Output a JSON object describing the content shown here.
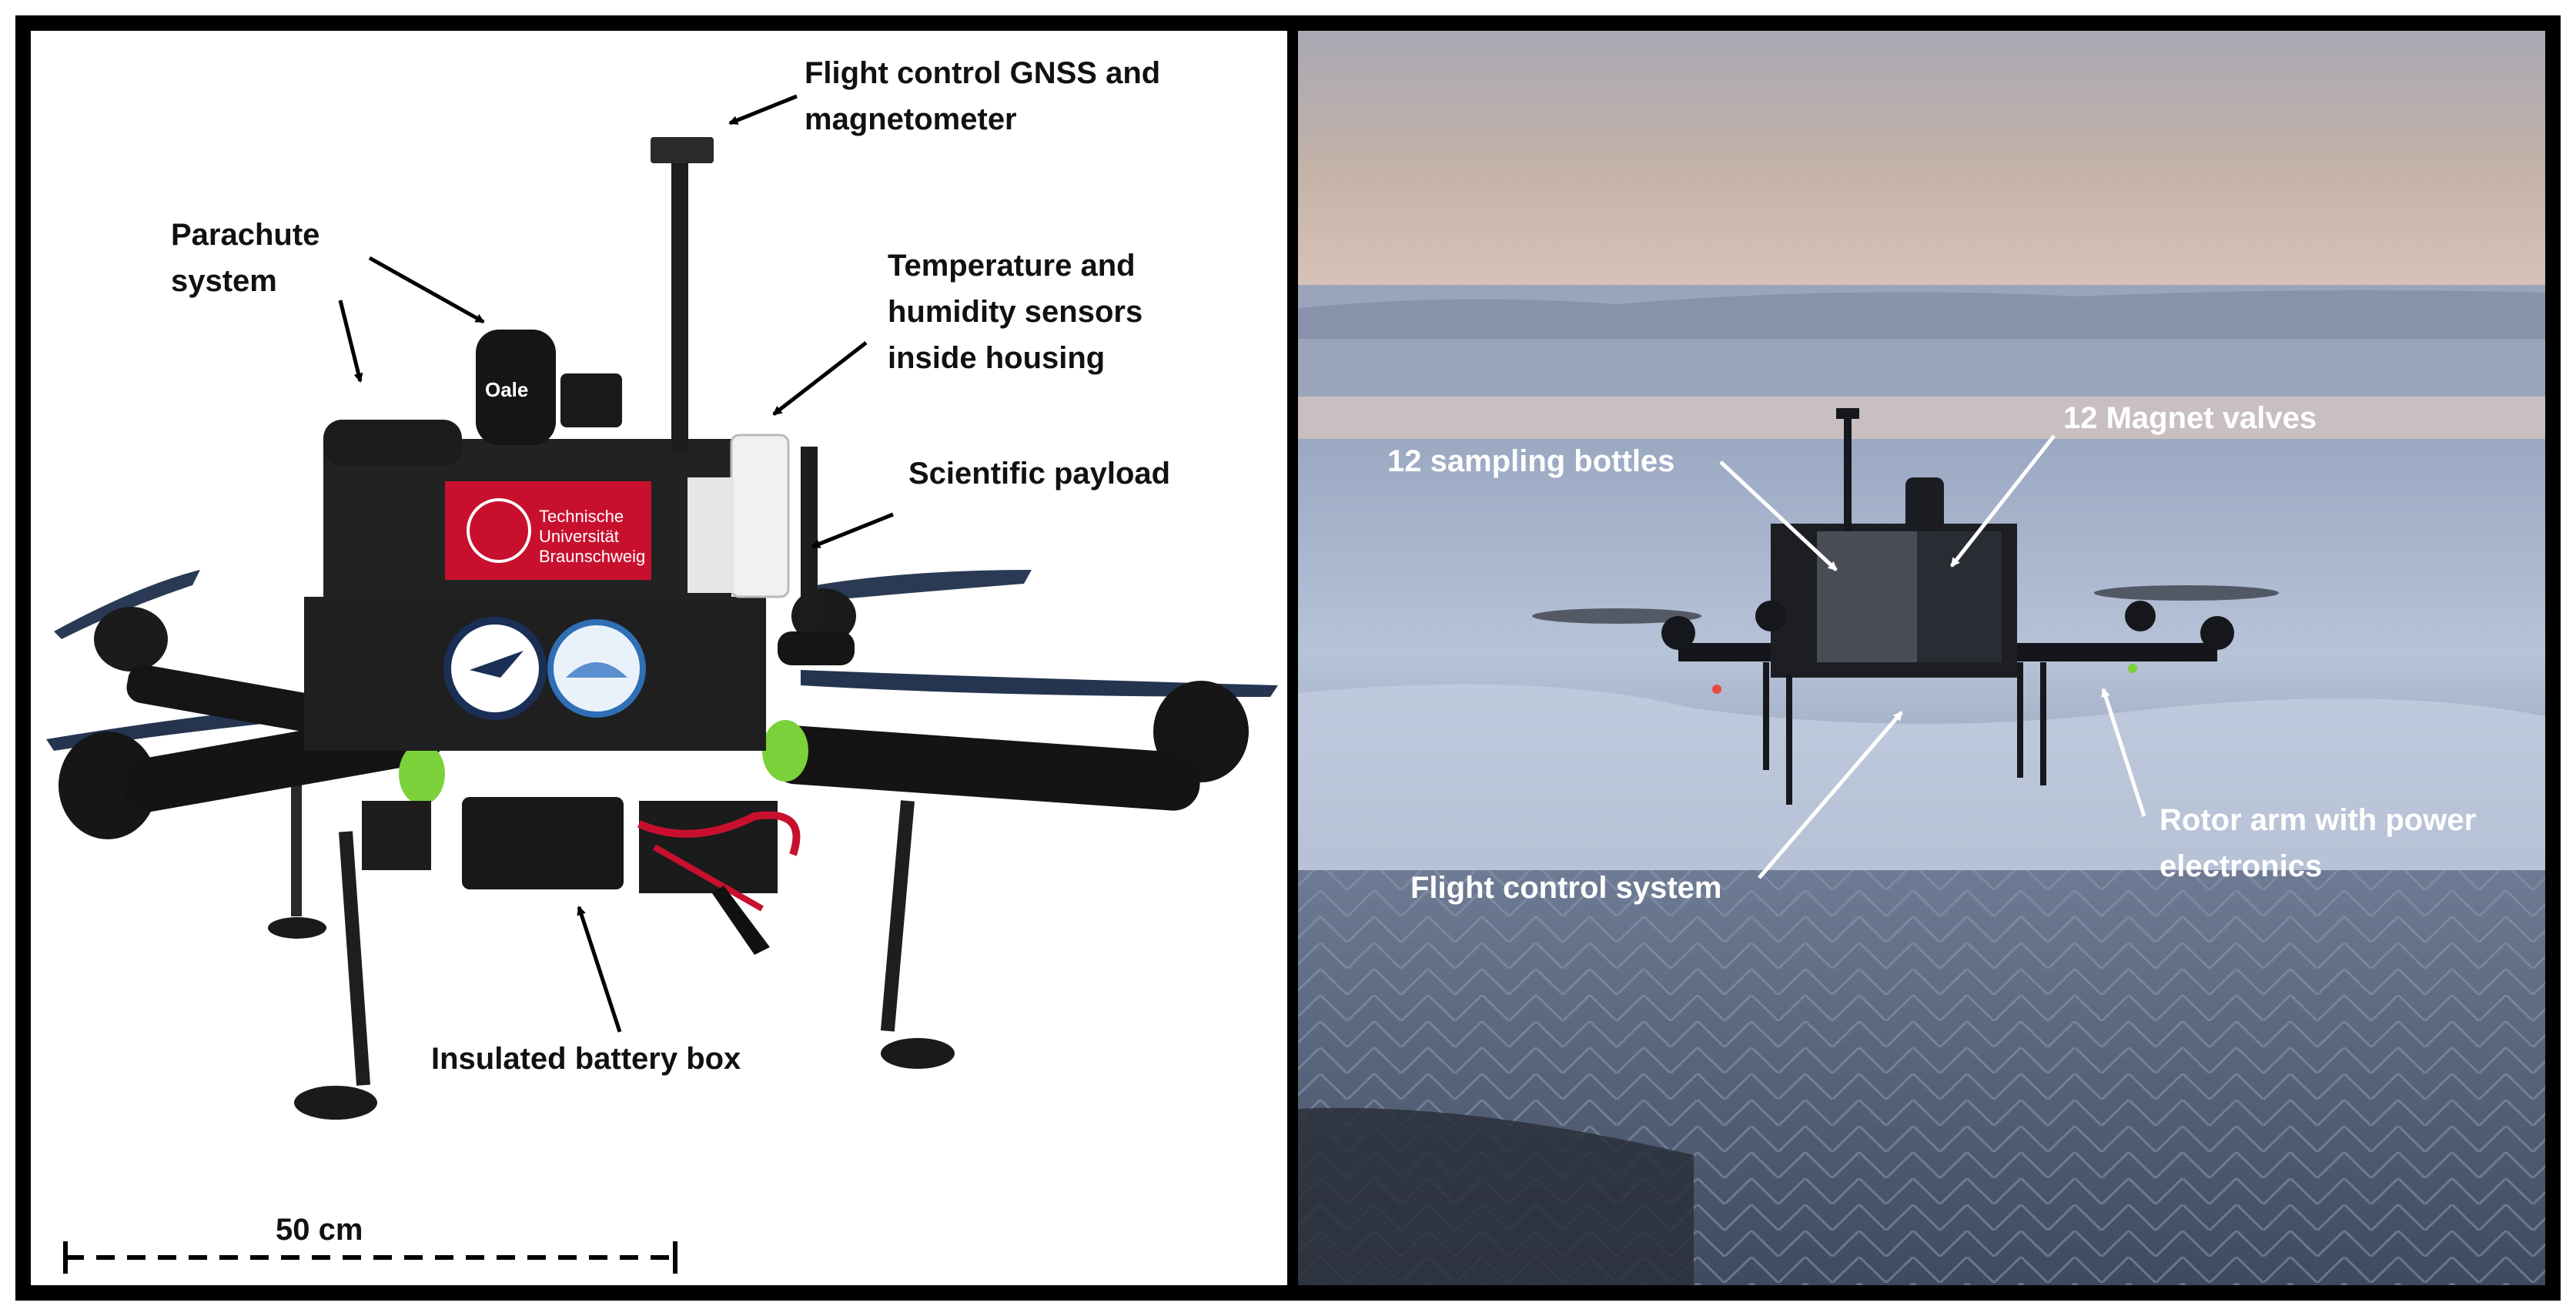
{
  "left_panel": {
    "labels": {
      "gnss_line1": "Flight control GNSS and",
      "gnss_line2": "magnetometer",
      "parachute_line1": "Parachute",
      "parachute_line2": "system",
      "temp_line1": "Temperature and",
      "temp_line2": "humidity sensors",
      "temp_line3": "inside housing",
      "payload": "Scientific payload",
      "battery": "Insulated battery box",
      "scale": "50 cm"
    },
    "sign": {
      "line1": "Technische",
      "line2": "Universität",
      "line3": "Braunschweig"
    }
  },
  "right_panel": {
    "labels": {
      "bottles": "12 sampling bottles",
      "valves": "12 Magnet valves",
      "flight_control": "Flight control system",
      "rotor_line1": "Rotor arm with power",
      "rotor_line2": "electronics"
    }
  },
  "colors": {
    "frame": "#000000",
    "carbon": "#1e1e1e",
    "logo_red": "#c8102e",
    "accent_green": "#7bd13a",
    "sky_top": "#c9b5a8",
    "ice": "#aab8cf",
    "ice_dark": "#6b7790"
  }
}
